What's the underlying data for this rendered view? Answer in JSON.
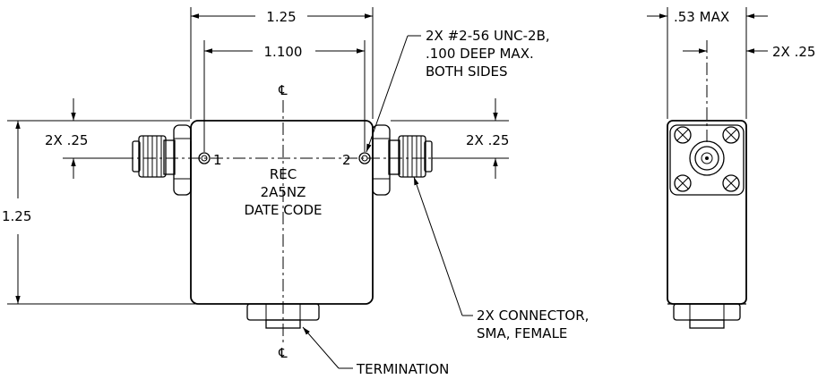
{
  "drawing": {
    "front_view": {
      "overall_width": "1.25",
      "hole_spacing": "1.100",
      "overall_height": "1.25",
      "connector_offset_left": "2X .25",
      "connector_offset_right": "2X .25",
      "centerline_top": "℄",
      "centerline_bottom": "℄",
      "port_1": "1",
      "port_2": "2",
      "body_text": [
        "REC",
        "2A5NZ",
        "DATE CODE"
      ]
    },
    "notes": {
      "thread_note": [
        "2X #2-56 UNC-2B,",
        ".100 DEEP MAX.",
        "BOTH SIDES"
      ],
      "connector_note": [
        "2X CONNECTOR,",
        "SMA, FEMALE"
      ],
      "termination_note": "TERMINATION"
    },
    "side_view": {
      "max_thickness": ".53 MAX",
      "connector_offset": "2X .25"
    }
  }
}
